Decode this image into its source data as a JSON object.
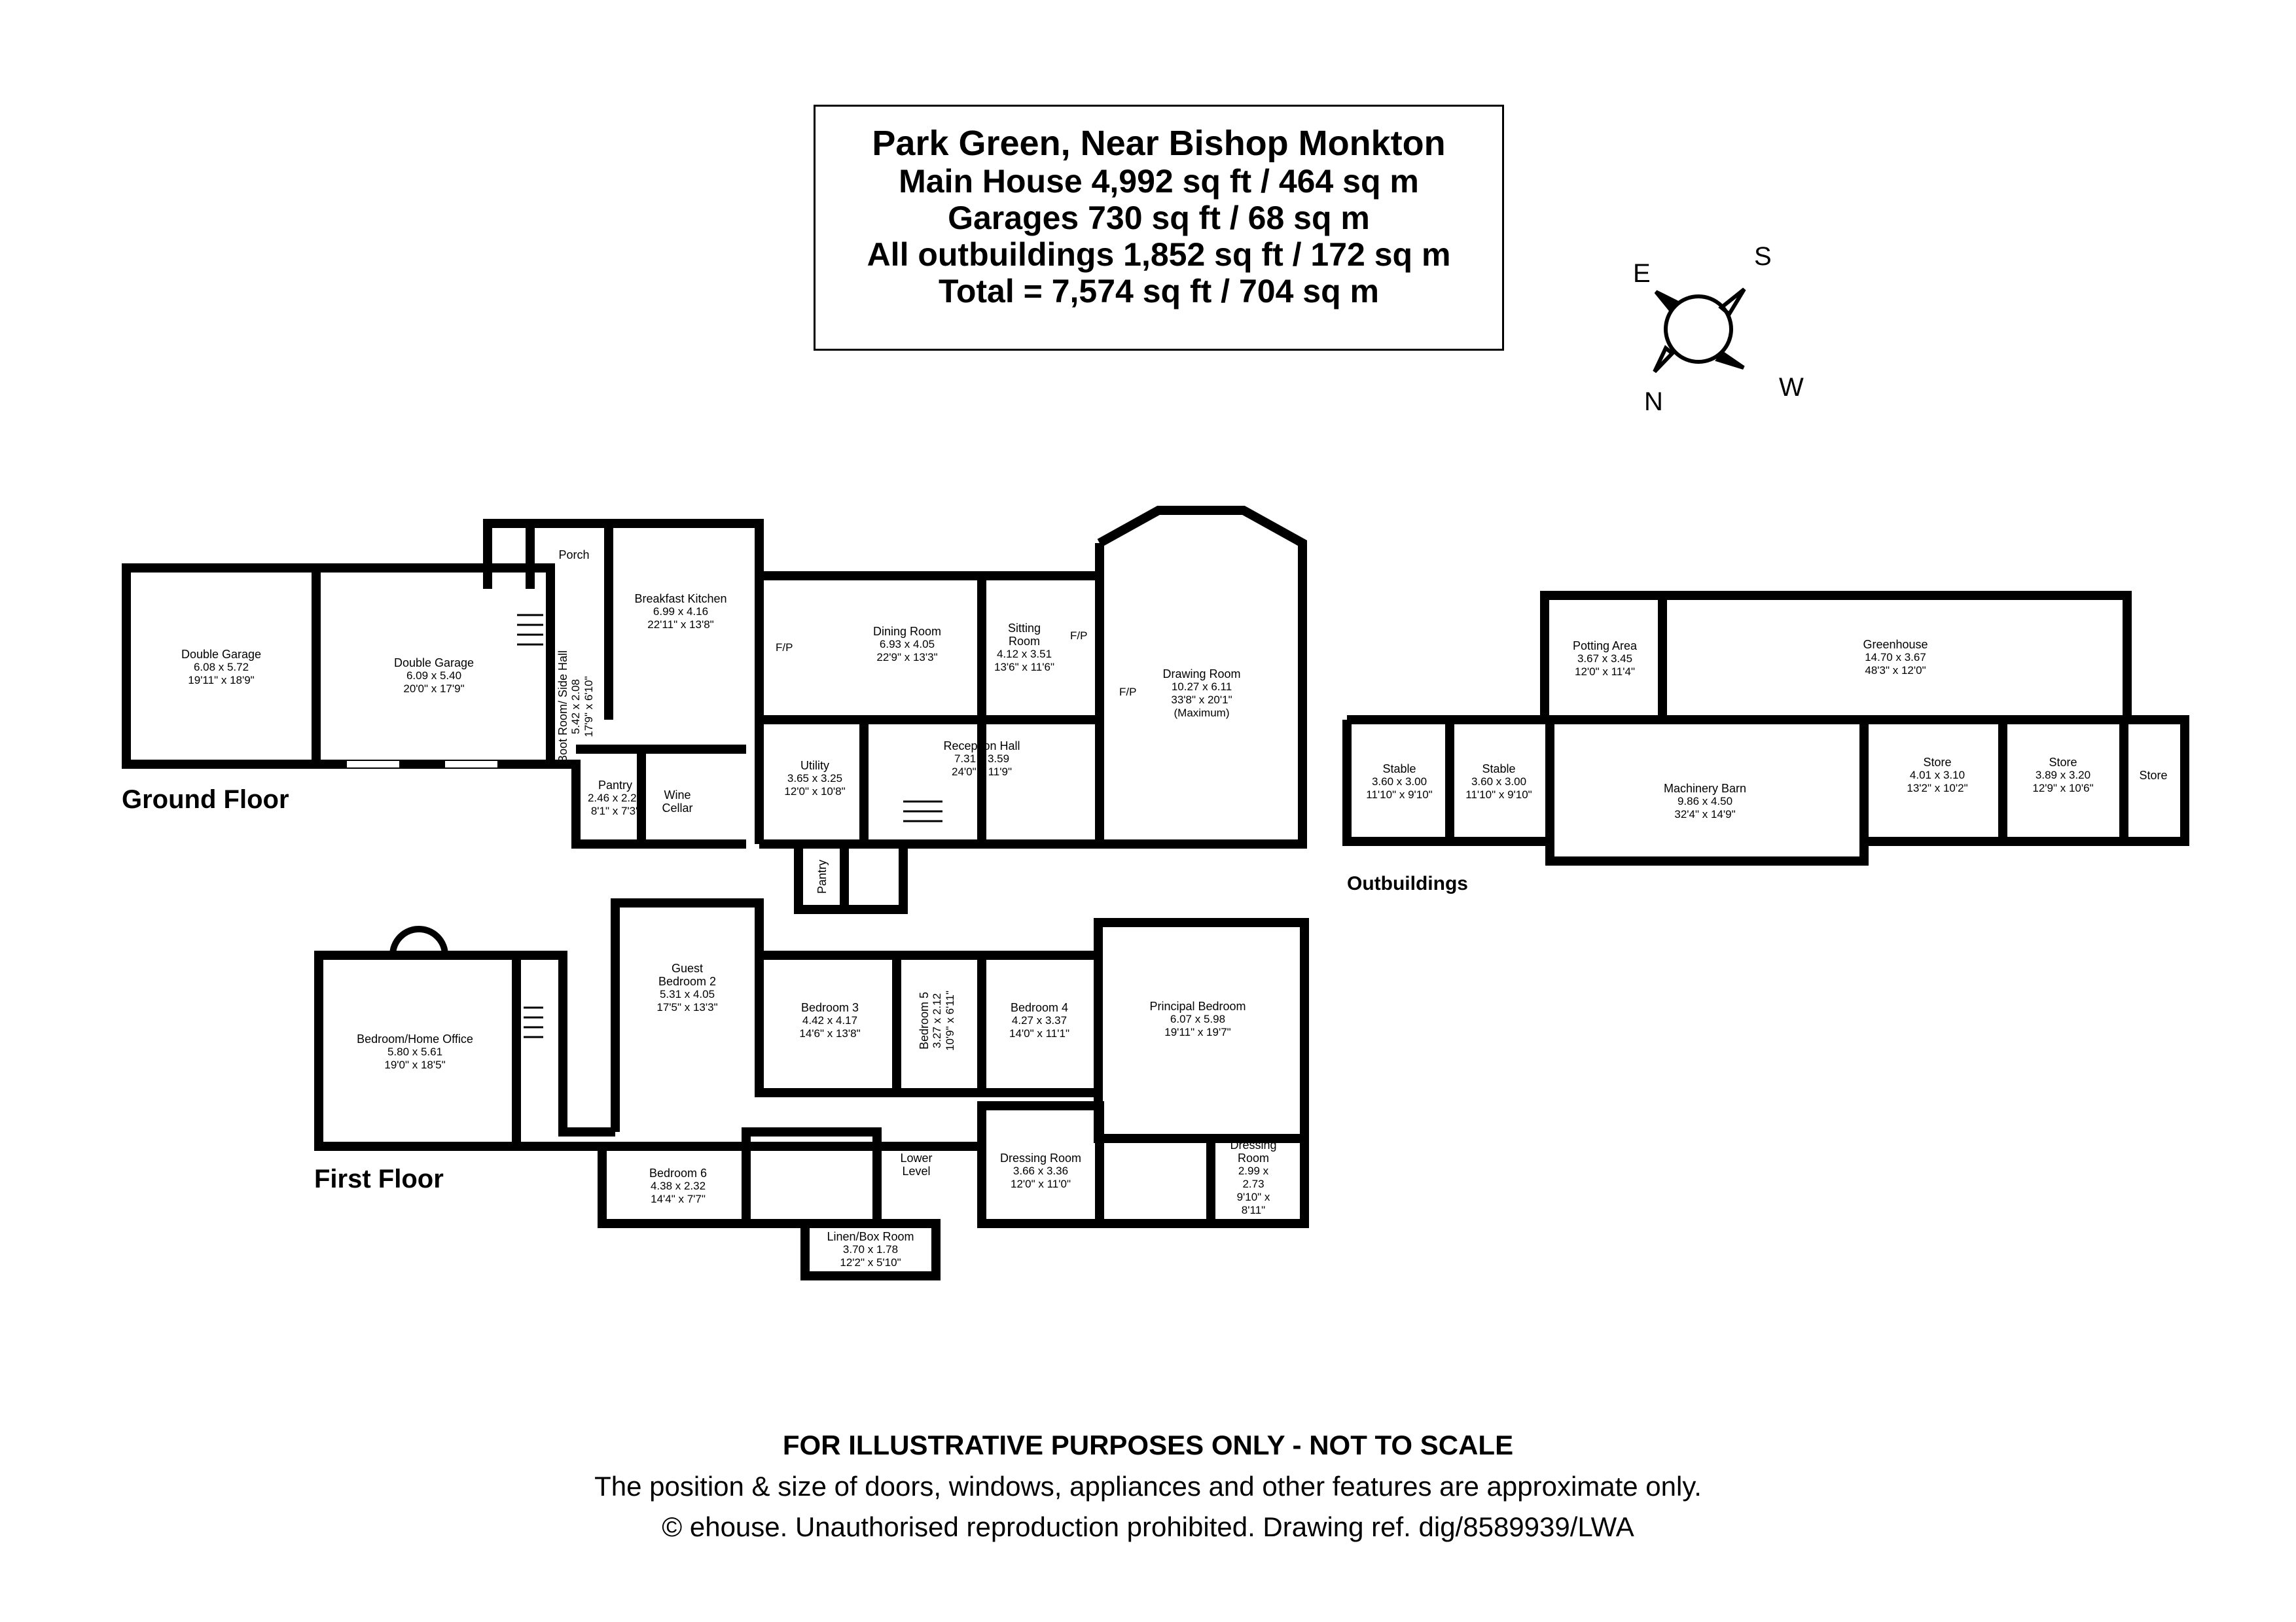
{
  "title": {
    "lines": [
      "Park Green, Near Bishop Monkton",
      "Main House 4,992 sq ft / 464 sq m",
      "Garages 730 sq ft / 68 sq m",
      "All outbuildings 1,852 sq ft / 172 sq m",
      "Total = 7,574 sq ft / 704 sq m"
    ]
  },
  "compass": {
    "e": "E",
    "s": "S",
    "w": "W",
    "n": "N"
  },
  "floors": {
    "ground": "Ground Floor",
    "first": "First Floor",
    "outbuildings": "Outbuildings"
  },
  "fireplace_label": "F/P",
  "rooms": {
    "double_garage_1": {
      "name": "Double Garage",
      "m": "6.08 x 5.72",
      "ft": "19'11\" x 18'9\""
    },
    "double_garage_2": {
      "name": "Double Garage",
      "m": "6.09 x 5.40",
      "ft": "20'0\" x 17'9\""
    },
    "porch": {
      "name": "Porch"
    },
    "boot_room": {
      "name": "Boot Room/ Side Hall",
      "m": "5.42 x 2.08",
      "ft": "17'9\" x 6'10\""
    },
    "breakfast_kitchen": {
      "name": "Breakfast Kitchen",
      "m": "6.99 x 4.16",
      "ft": "22'11\" x 13'8\""
    },
    "pantry_1": {
      "name": "Pantry",
      "m": "2.46 x 2.20",
      "ft": "8'1\" x 7'3\""
    },
    "wine_cellar": {
      "name": "Wine Cellar"
    },
    "dining_room": {
      "name": "Dining Room",
      "m": "6.93 x 4.05",
      "ft": "22'9\" x 13'3\""
    },
    "sitting_room": {
      "name": "Sitting Room",
      "m": "4.12 x 3.51",
      "ft": "13'6\" x 11'6\""
    },
    "utility": {
      "name": "Utility",
      "m": "3.65 x 3.25",
      "ft": "12'0\" x 10'8\""
    },
    "reception_hall": {
      "name": "Reception Hall",
      "m": "7.31 x 3.59",
      "ft": "24'0\" x 11'9\""
    },
    "pantry_2": {
      "name": "Pantry"
    },
    "drawing_room": {
      "name": "Drawing Room",
      "m": "10.27 x 6.11",
      "ft": "33'8\" x 20'1\"",
      "note": "(Maximum)"
    },
    "potting_area": {
      "name": "Potting Area",
      "m": "3.67 x 3.45",
      "ft": "12'0\" x 11'4\""
    },
    "greenhouse": {
      "name": "Greenhouse",
      "m": "14.70 x 3.67",
      "ft": "48'3\" x 12'0\""
    },
    "stable_1": {
      "name": "Stable",
      "m": "3.60 x 3.00",
      "ft": "11'10\" x 9'10\""
    },
    "stable_2": {
      "name": "Stable",
      "m": "3.60 x 3.00",
      "ft": "11'10\" x 9'10\""
    },
    "machinery_barn": {
      "name": "Machinery Barn",
      "m": "9.86 x 4.50",
      "ft": "32'4\" x 14'9\""
    },
    "store_1": {
      "name": "Store",
      "m": "4.01 x 3.10",
      "ft": "13'2\" x 10'2\""
    },
    "store_2": {
      "name": "Store",
      "m": "3.89 x 3.20",
      "ft": "12'9\" x 10'6\""
    },
    "store_3": {
      "name": "Store"
    },
    "bedroom_home_office": {
      "name": "Bedroom/Home Office",
      "m": "5.80 x 5.61",
      "ft": "19'0\" x 18'5\""
    },
    "guest_bedroom_2": {
      "name": "Guest Bedroom 2",
      "m": "5.31 x 4.05",
      "ft": "17'5\" x 13'3\""
    },
    "bedroom_3": {
      "name": "Bedroom 3",
      "m": "4.42 x 4.17",
      "ft": "14'6\" x 13'8\""
    },
    "bedroom_5": {
      "name": "Bedroom 5",
      "m": "3.27 x 2.12",
      "ft": "10'9\" x 6'11\""
    },
    "bedroom_4": {
      "name": "Bedroom 4",
      "m": "4.27 x 3.37",
      "ft": "14'0\" x 11'1\""
    },
    "principal_bedroom": {
      "name": "Principal Bedroom",
      "m": "6.07 x 5.98",
      "ft": "19'11\" x 19'7\""
    },
    "bedroom_6": {
      "name": "Bedroom 6",
      "m": "4.38 x 2.32",
      "ft": "14'4\" x 7'7\""
    },
    "lower_level": {
      "name": "Lower Level"
    },
    "dressing_room_1": {
      "name": "Dressing Room",
      "m": "3.66 x 3.36",
      "ft": "12'0\" x 11'0\""
    },
    "dressing_room_2": {
      "name": "Dressing Room",
      "m": "2.99 x 2.73",
      "ft": "9'10\" x 8'11\""
    },
    "linen_box_room": {
      "name": "Linen/Box Room",
      "m": "3.70 x 1.78",
      "ft": "12'2\" x 5'10\""
    }
  },
  "disclaimer": {
    "line1": "FOR ILLUSTRATIVE PURPOSES ONLY - NOT TO SCALE",
    "line2": "The position & size of doors, windows, appliances and other features are approximate only.",
    "line3": "© ehouse. Unauthorised reproduction prohibited. Drawing ref. dig/8589939/LWA"
  }
}
